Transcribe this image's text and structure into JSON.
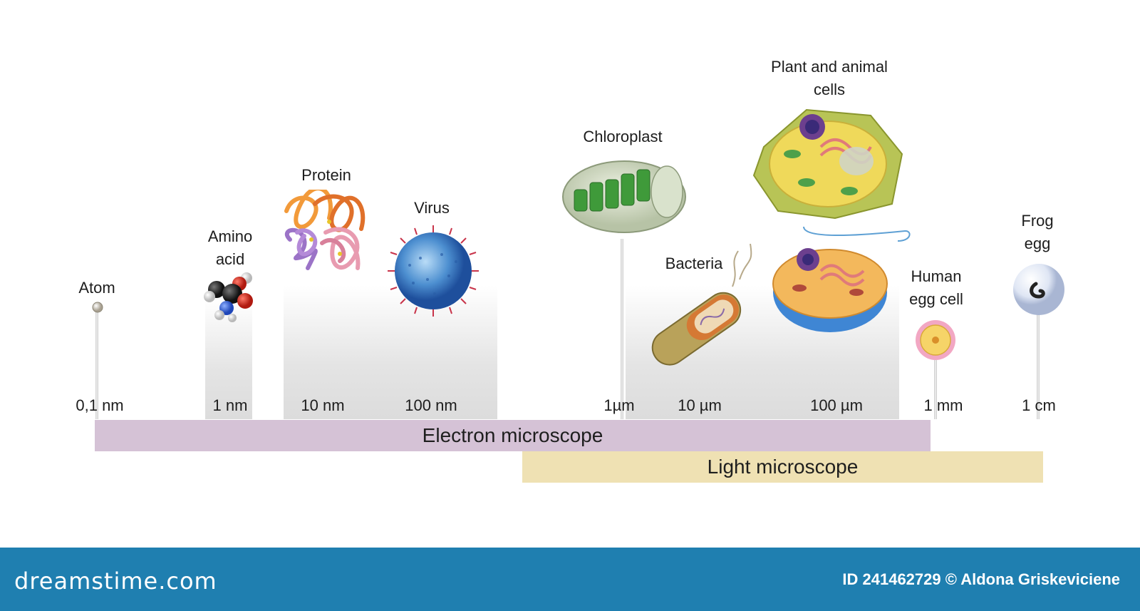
{
  "objects": [
    {
      "id": "atom",
      "label": "Atom",
      "scale": "0,1 nm"
    },
    {
      "id": "amino-acid",
      "label": "Amino\nacid",
      "scale": "1 nm"
    },
    {
      "id": "protein",
      "label": "Protein",
      "scale": "10 nm"
    },
    {
      "id": "virus",
      "label": "Virus",
      "scale": "100 nm"
    },
    {
      "id": "chloroplast",
      "label": "Chloroplast",
      "scale": "1µm"
    },
    {
      "id": "bacteria",
      "label": "Bacteria",
      "scale": "10 µm"
    },
    {
      "id": "plant-animal-cells",
      "label": "Plant and animal\ncells",
      "scale": "100 µm"
    },
    {
      "id": "human-egg-cell",
      "label": "Human\negg cell",
      "scale": "1 mm"
    },
    {
      "id": "frog-egg",
      "label": "Frog\negg",
      "scale": "1 cm"
    }
  ],
  "ranges": {
    "electron": "Electron microscope",
    "light": "Light microscope"
  },
  "footer": {
    "logo": "dreamstime.com",
    "credit": "ID 241462729 © Aldona Griskeviciene"
  },
  "colors": {
    "electron_bar": "#d5c2d6",
    "light_bar": "#efe1b3",
    "footer": "#1f7fb0"
  }
}
